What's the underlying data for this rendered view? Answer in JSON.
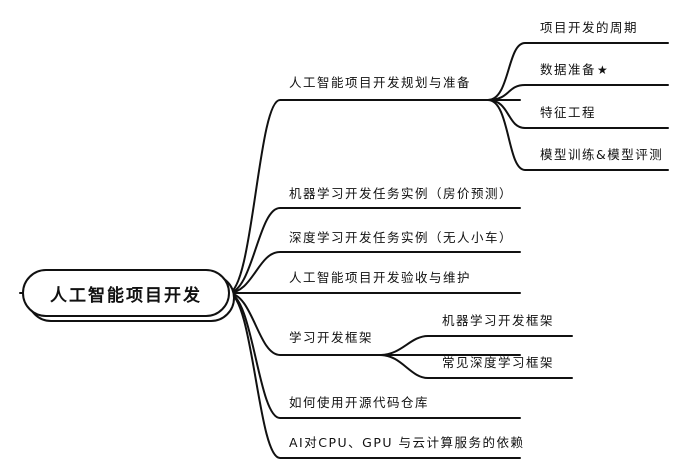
{
  "root": {
    "label": "人工智能项目开发"
  },
  "branches": [
    {
      "label": "人工智能项目开发规划与准备",
      "children": [
        {
          "label": "项目开发的周期"
        },
        {
          "label": "数据准备",
          "icon": "star-icon"
        },
        {
          "label": "特征工程"
        },
        {
          "label": "模型训练&模型评测"
        }
      ]
    },
    {
      "label": "机器学习开发任务实例（房价预测）"
    },
    {
      "label": "深度学习开发任务实例（无人小车）"
    },
    {
      "label": "人工智能项目开发验收与维护"
    },
    {
      "label": "学习开发框架",
      "children": [
        {
          "label": "机器学习开发框架"
        },
        {
          "label": "常见深度学习框架"
        }
      ]
    },
    {
      "label": "如何使用开源代码仓库"
    },
    {
      "label": "AI对CPU、GPU 与云计算服务的依赖"
    }
  ]
}
